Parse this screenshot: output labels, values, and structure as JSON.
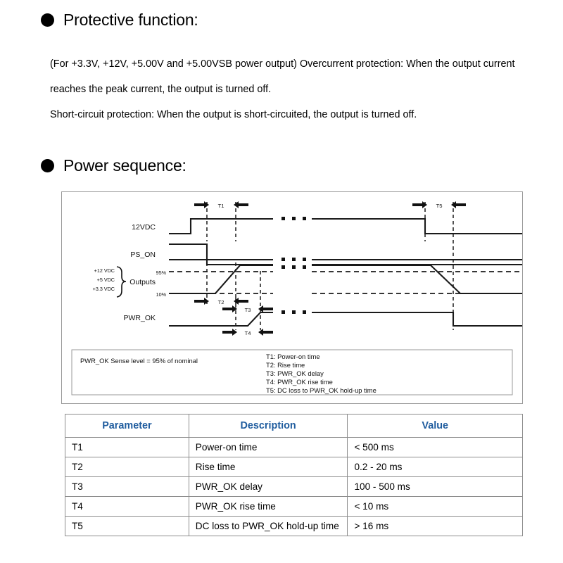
{
  "sections": {
    "protective": {
      "title": "Protective function:",
      "paragraphs": [
        "(For +3.3V, +12V, +5.00V and +5.00VSB power output) Overcurrent protection: When the output current reaches the peak current, the output is turned off.",
        "Short-circuit protection: When the output is short-circuited, the output is turned off."
      ]
    },
    "power_sequence": {
      "title": "Power sequence:"
    }
  },
  "diagram": {
    "signal_labels": {
      "v12dc": "12VDC",
      "ps_on": "PS_ON",
      "outputs": "Outputs",
      "pwr_ok": "PWR_OK"
    },
    "rail_labels": [
      "+12 VDC",
      "+5 VDC",
      "+3.3 VDC"
    ],
    "level_labels": {
      "high": "95%",
      "low": "10%"
    },
    "time_markers": [
      "T1",
      "T2",
      "T3",
      "T4",
      "T5"
    ],
    "note": "PWR_OK Sense level = 95% of nominal",
    "legend": [
      "T1: Power-on time",
      "T2: Rise time",
      "T3: PWR_OK delay",
      "T4: PWR_OK rise time",
      "T5: DC loss to PWR_OK hold-up time"
    ]
  },
  "table": {
    "headers": [
      "Parameter",
      "Description",
      "Value"
    ],
    "rows": [
      {
        "parameter": "T1",
        "description": "Power-on time",
        "value": "< 500 ms"
      },
      {
        "parameter": "T2",
        "description": "Rise time",
        "value": "0.2 - 20 ms"
      },
      {
        "parameter": "T3",
        "description": "PWR_OK delay",
        "value": "100 - 500 ms"
      },
      {
        "parameter": "T4",
        "description": "PWR_OK rise time",
        "value": "< 10 ms"
      },
      {
        "parameter": "T5",
        "description": "DC loss to PWR_OK hold-up time",
        "value": "> 16 ms"
      }
    ]
  },
  "colors": {
    "header_blue": "#1f5c9e",
    "border_gray": "#8d8d8d",
    "waveform": "#1a1a1a"
  }
}
